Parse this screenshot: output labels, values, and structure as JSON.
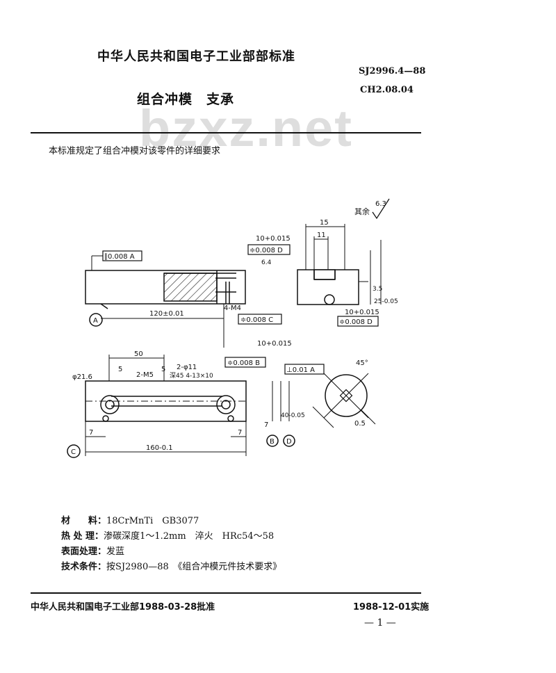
{
  "header": {
    "org_standard": "中华人民共和国电子工业部部标准",
    "code1": "SJ2996.4—88",
    "code2": "CH2.08.04",
    "title": "组合冲模　支承",
    "watermark": "bzxz.net"
  },
  "intro": "本标准规定了组合冲模对该零件的详细要求",
  "drawing": {
    "roughness": "其余",
    "roughness_value": "6.3",
    "tol_flatness_a": "∥0.008 A",
    "tol_sym_d_top": "≑0.008 D",
    "tol_sym_c": "≑0.008 C",
    "tol_sym_d_bot": "≑0.008 D",
    "tol_sym_b": "≑0.008 B",
    "tol_perp_a": "⊥0.01 A",
    "dim_15": "15",
    "dim_11": "11",
    "dim_10_top": "10+0.015",
    "dim_10_mid": "10+0.015",
    "dim_10_bot": "10+0.015",
    "dim_120": "120±0.01",
    "dim_160": "160-0.1",
    "dim_50": "50",
    "dim_5a": "5",
    "dim_5b": "5",
    "dim_7a": "7",
    "dim_7b": "7",
    "dim_7c": "7",
    "dim_25": "25-0.05",
    "dim_40": "40-0.05",
    "dim_35": "3.5",
    "thread_4m": "4-M4",
    "thread_2m": "2-M5",
    "hole_2": "2-φ11",
    "hole_note": "深45 4-13×10",
    "phi": "φ21.6",
    "angle": "45°",
    "angle_b": "0.5",
    "label_a": "A",
    "label_b": "B",
    "label_c": "C",
    "label_d": "D",
    "r64": "6.4"
  },
  "specs": [
    {
      "label": "材　　料：",
      "value": "18CrMnTi　GB3077"
    },
    {
      "label": "热 处 理：",
      "value": "渗碳深度1～1.2mm　淬火　HRc54～58"
    },
    {
      "label": "表面处理：",
      "value": "发蓝"
    },
    {
      "label": "技术条件：",
      "value": "按SJ2980—88　《组合冲模元件技术要求》"
    }
  ],
  "footer": {
    "approved": "中华人民共和国电子工业部1988-03-28批准",
    "effective": "1988-12-01实施",
    "page": "— 1 —"
  }
}
